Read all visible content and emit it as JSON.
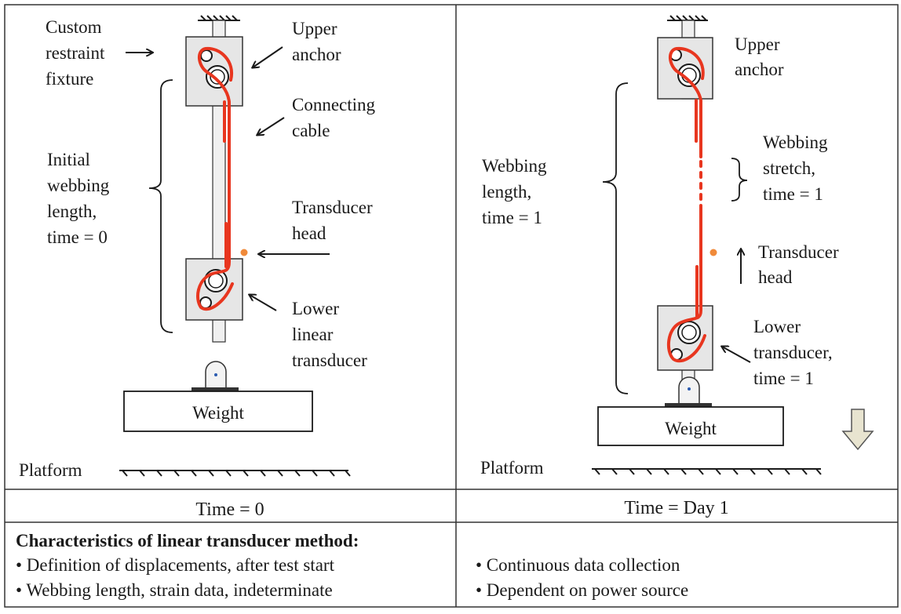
{
  "left_panel": {
    "labels": {
      "custom_restraint": [
        "Custom",
        "restraint",
        "fixture"
      ],
      "upper_anchor": [
        "Upper",
        "anchor"
      ],
      "connecting_cable": [
        "Connecting",
        "cable"
      ],
      "initial_webbing": [
        "Initial",
        "webbing",
        "length,",
        "time = 0"
      ],
      "transducer_head": [
        "Transducer",
        "head"
      ],
      "lower_linear_transducer": [
        "Lower",
        "linear",
        "transducer"
      ],
      "weight": "Weight",
      "platform": "Platform"
    },
    "caption": "Time = 0"
  },
  "right_panel": {
    "labels": {
      "upper_anchor": [
        "Upper",
        "anchor"
      ],
      "webbing_stretch": [
        "Webbing",
        "stretch,",
        "time = 1"
      ],
      "webbing_length": [
        "Webbing",
        "length,",
        "time = 1"
      ],
      "transducer_head": [
        "Transducer",
        "head"
      ],
      "lower_transducer": [
        "Lower",
        "transducer,",
        "time  = 1"
      ],
      "weight": "Weight",
      "platform": "Platform"
    },
    "caption": "Time = Day 1"
  },
  "characteristics": {
    "heading": "Characteristics of linear transducer method:",
    "left_bullets": [
      "• Definition of displacements, after test start",
      "• Webbing length, strain data, indeterminate"
    ],
    "right_bullets": [
      "• Continuous data collection",
      "•  Dependent on power source"
    ]
  },
  "colors": {
    "webbing": "#e8361f",
    "transducer_dot": "#f08a3a",
    "fixture_fill": "#e6e6e6",
    "down_arrow_fill": "#e8e4d0"
  }
}
